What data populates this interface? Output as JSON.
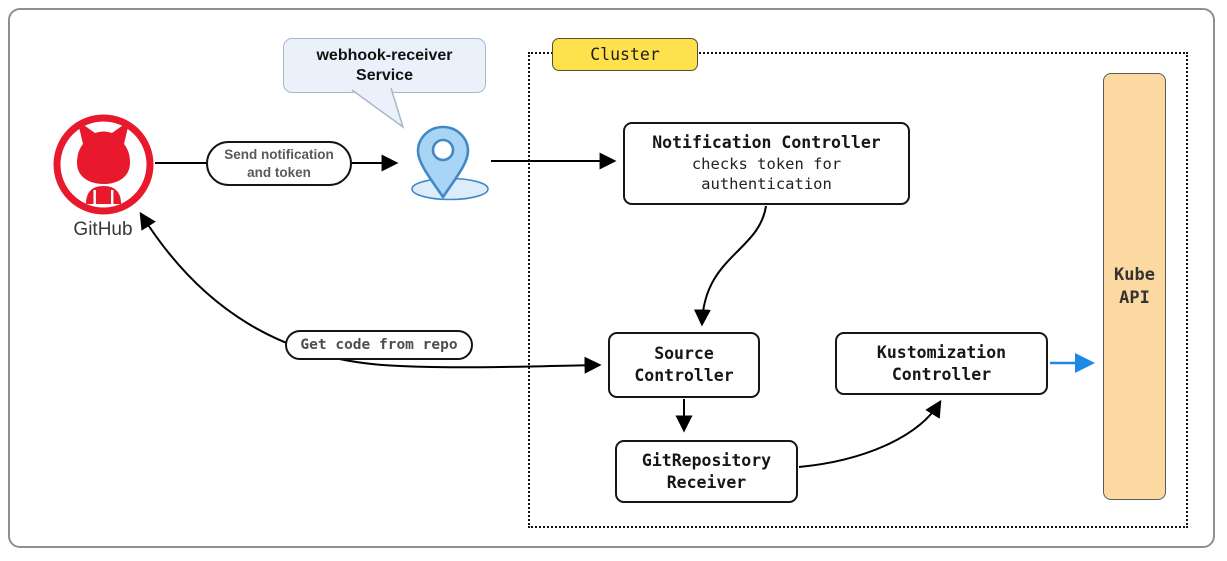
{
  "colors": {
    "github-red": "#e8192d",
    "bubble-fill": "#eaf1fb",
    "bubble-border": "#a9b8c9",
    "pin-fill": "#a8d4f5",
    "pin-border": "#4288c5",
    "pin-shadow-fill": "#ddecfa",
    "cluster-yellow": "#ffe14d",
    "kube-fill": "#fcd9a0",
    "arrow-black": "#000000",
    "arrow-blue": "#1e88e5"
  },
  "github": {
    "label": "GitHub"
  },
  "bubble": {
    "line1": "webhook-receiver",
    "line2": "Service"
  },
  "edge_labels": {
    "send": {
      "line1": "Send notification",
      "line2": "and token"
    },
    "get_code": "Get code from repo"
  },
  "cluster": {
    "label": "Cluster"
  },
  "nodes": {
    "notification": {
      "title": "Notification Controller",
      "sub1": "checks token for",
      "sub2": "authentication"
    },
    "source": {
      "line1": "Source",
      "line2": "Controller"
    },
    "gitrepo": {
      "line1": "GitRepository",
      "line2": "Receiver"
    },
    "kustomization": {
      "line1": "Kustomization",
      "line2": "Controller"
    },
    "kube_api": {
      "line1": "Kube",
      "line2": "API"
    }
  }
}
